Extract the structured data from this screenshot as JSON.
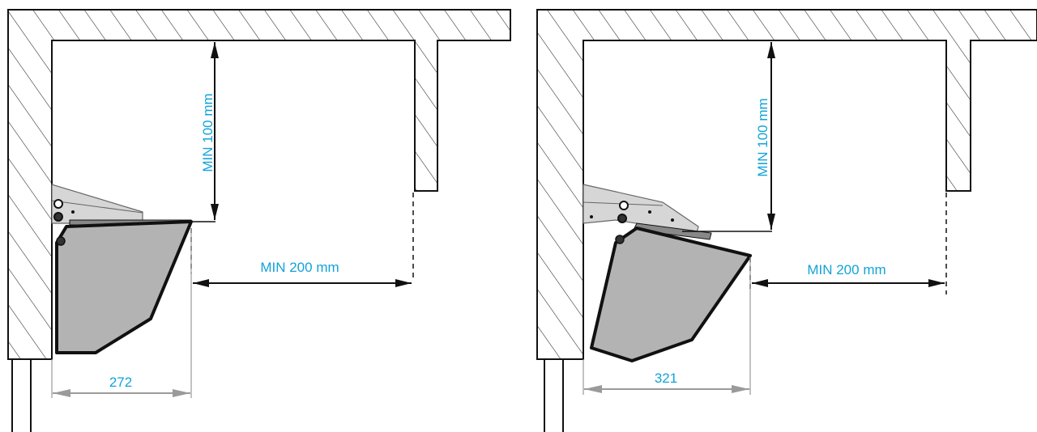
{
  "colors": {
    "dimension_text": "#12a3d9",
    "wall_hatch": "#222222",
    "device_fill": "#b3b3b3",
    "bracket_fill": "#d6d6d6",
    "outline": "#111111",
    "width_arrow": "#9a9a9a"
  },
  "panels": [
    {
      "vertical_label": "MIN 100 mm",
      "horizontal_label": "MIN 200 mm",
      "width_label": "272"
    },
    {
      "vertical_label": "MIN 100 mm",
      "horizontal_label": "MIN 200 mm",
      "width_label": "321"
    }
  ]
}
